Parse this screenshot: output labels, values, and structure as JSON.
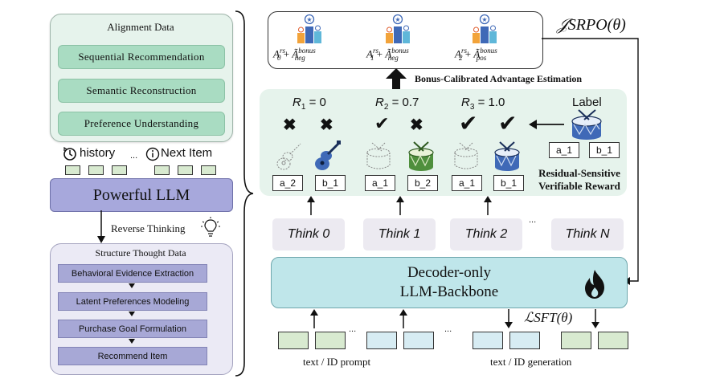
{
  "alignment": {
    "title": "Alignment Data",
    "items": [
      "Sequential Recommendation",
      "Semantic Reconstruction",
      "Preference Understanding"
    ]
  },
  "history_label": "history",
  "next_item_label": "Next Item",
  "ellipsis": "...",
  "llm_label": "Powerful LLM",
  "reverse_thinking": "Reverse Thinking",
  "structure": {
    "title": "Structure Thought Data",
    "items": [
      "Behavioral Evidence Extraction",
      "Latent Preferences Modeling",
      "Purchase Goal Formulation",
      "Recommend Item"
    ]
  },
  "srpo": {
    "objective": "𝒥SRPO(θ)",
    "advantages": [
      {
        "base": "A",
        "sub": "0",
        "sup": "rs",
        "bonus": "neg"
      },
      {
        "base": "A",
        "sub": "1",
        "sup": "rs",
        "bonus": "neg"
      },
      {
        "base": "A",
        "sub": "2",
        "sup": "rs",
        "bonus": "pos"
      }
    ],
    "bonus_sup": "bonus",
    "plus": "+",
    "caption": "Bonus-Calibrated Advantage Estimation"
  },
  "rewards": [
    {
      "name": "R",
      "sub": "1",
      "value": "= 0",
      "marks": [
        "✖",
        "✖"
      ],
      "labels": [
        "a_2",
        "b_1"
      ]
    },
    {
      "name": "R",
      "sub": "2",
      "value": "= 0.7",
      "marks": [
        "✔",
        "✖"
      ],
      "labels": [
        "a_1",
        "b_2"
      ]
    },
    {
      "name": "R",
      "sub": "3",
      "value": "= 1.0",
      "marks": [
        "✔",
        "✔"
      ],
      "labels": [
        "a_1",
        "b_1"
      ]
    }
  ],
  "label_title": "Label",
  "label_items": [
    "a_1",
    "b_1"
  ],
  "reward_caption": [
    "Residual-Sensitive",
    "Verifiable Reward"
  ],
  "thinks": [
    "Think 0",
    "Think 1",
    "Think 2",
    "Think N"
  ],
  "backbone": [
    "Decoder-only",
    "LLM-Backbone"
  ],
  "sft_loss": "ℒSFT(θ)",
  "prompt_caption": "text / ID prompt",
  "generation_caption": "text / ID generation",
  "colors": {
    "green_panel": "#e6f3ec",
    "llm": "#a7a8dc",
    "backbone": "#bfe6ea",
    "drum_blue": "#3f69b7",
    "drum_green": "#4f8f3d"
  }
}
